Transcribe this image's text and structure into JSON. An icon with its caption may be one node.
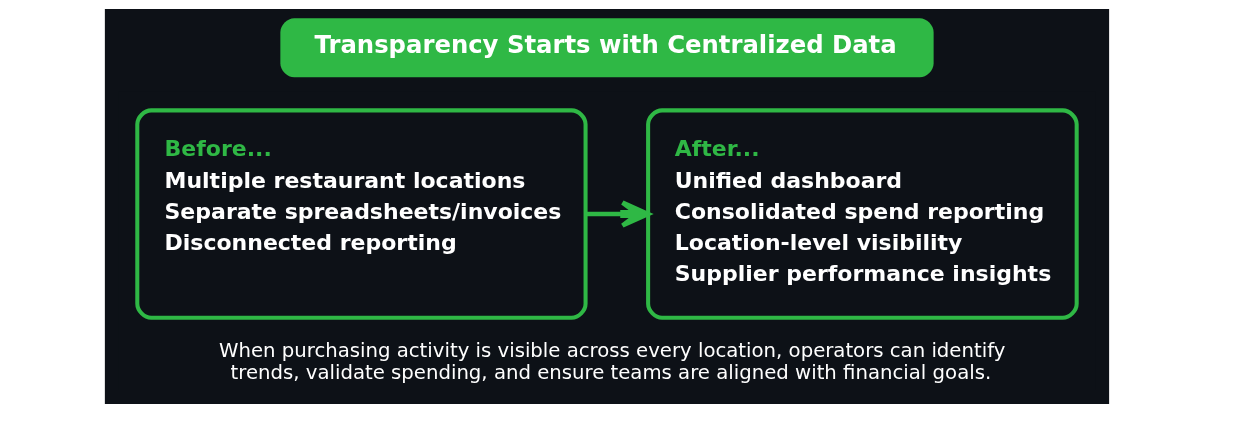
{
  "diagram": {
    "title": "Transparency Starts with Centralized Data",
    "caption": "When purchasing activity is visible across every location, operators can identify trends, validate spending, and ensure teams are aligned with financial goals.",
    "nodes": [
      {
        "text": [
          "Before...",
          "Multiple restaurant locations",
          "Separate spreadsheets/invoices",
          "Disconnected reporting"
        ]
      },
      {
        "text": [
          "After...",
          "Unified dashboard",
          "Consolidated spend reporting",
          "Location-level visibility",
          "Supplier performance insights"
        ]
      }
    ],
    "edges": [
      {
        "from": 0,
        "to": 1,
        "arrow": "to"
      }
    ]
  }
}
